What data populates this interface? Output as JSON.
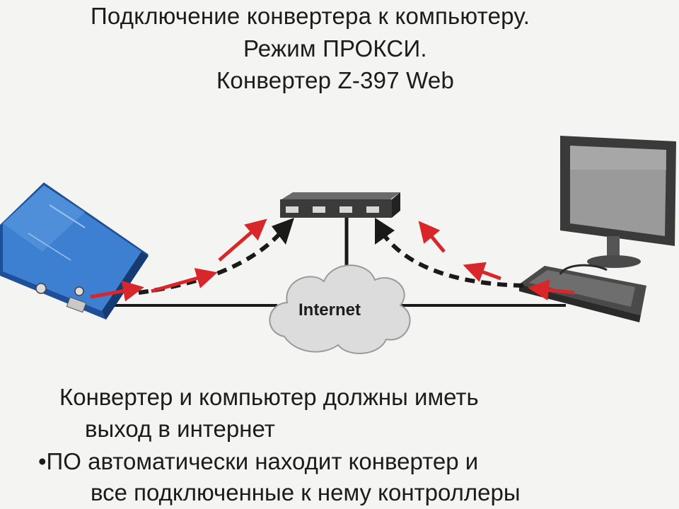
{
  "title": {
    "line1": "Подключение конвертера к компьютеру.",
    "line2": "Режим ПРОКСИ.",
    "line3": "Конвертер  Z-397 Web"
  },
  "cloud_label": "Internet",
  "caption": {
    "line1": "Конвертер и компьютер  должны иметь",
    "line2": "выход  в интернет",
    "line3": "•ПО автоматически находит конвертер и",
    "line4": "все  подключенные к нему контроллеры"
  },
  "colors": {
    "arrow_red": "#d8262a",
    "converter_blue": "#2c6cbf",
    "line_black": "#1a1a1a",
    "cloud_fill": "#dcdcdc"
  },
  "icons": [
    "converter-device-icon",
    "router-switch-icon",
    "internet-cloud-icon",
    "computer-monitor-icon",
    "keyboard-icon"
  ]
}
